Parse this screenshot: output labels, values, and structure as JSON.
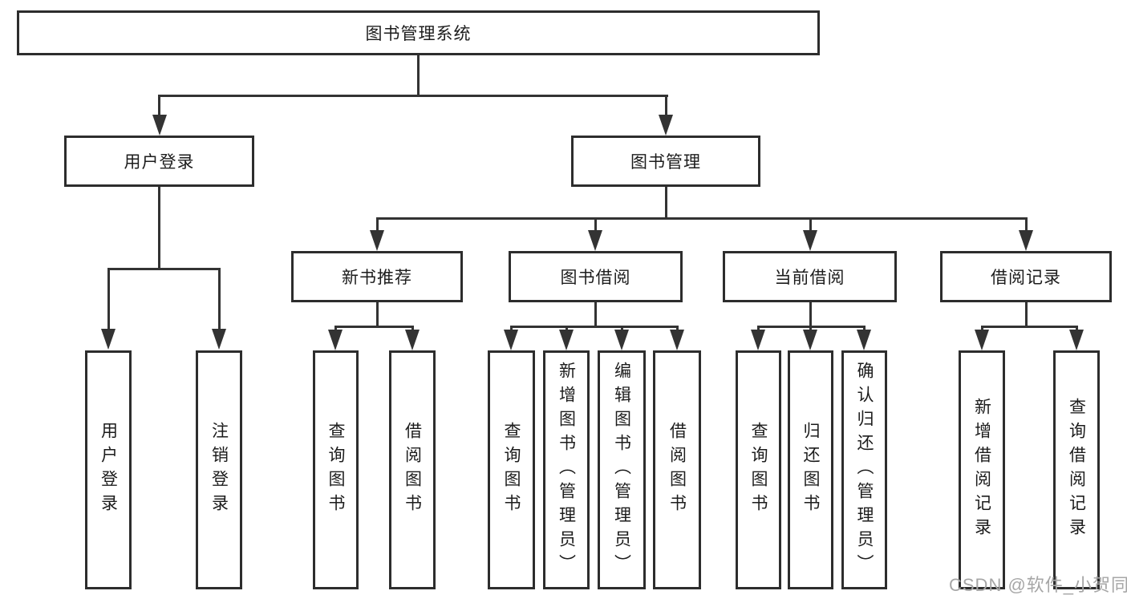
{
  "tree": {
    "root": {
      "label": "图书管理系统"
    },
    "branches": [
      {
        "label": "用户登录",
        "children": [
          {
            "label": "用户登录"
          },
          {
            "label": "注销登录"
          }
        ]
      },
      {
        "label": "图书管理",
        "children": [
          {
            "label": "新书推荐",
            "children": [
              {
                "label": "查询图书"
              },
              {
                "label": "借阅图书"
              }
            ]
          },
          {
            "label": "图书借阅",
            "children": [
              {
                "label": "查询图书"
              },
              {
                "label": "新增图书（管理员）"
              },
              {
                "label": "编辑图书（管理员）"
              },
              {
                "label": "借阅图书"
              }
            ]
          },
          {
            "label": "当前借阅",
            "children": [
              {
                "label": "查询图书"
              },
              {
                "label": "归还图书"
              },
              {
                "label": "确认归还（管理员）"
              }
            ]
          },
          {
            "label": "借阅记录",
            "children": [
              {
                "label": "新增借阅记录"
              },
              {
                "label": "查询借阅记录"
              }
            ]
          }
        ]
      }
    ]
  },
  "watermark": {
    "text": "CSDN @软件_小贺同学"
  },
  "colors": {
    "line": "#333333",
    "box_border": "#2d2d2d",
    "text": "#1c1c1c",
    "watermark": "#a6a6a6",
    "background": "#ffffff"
  }
}
